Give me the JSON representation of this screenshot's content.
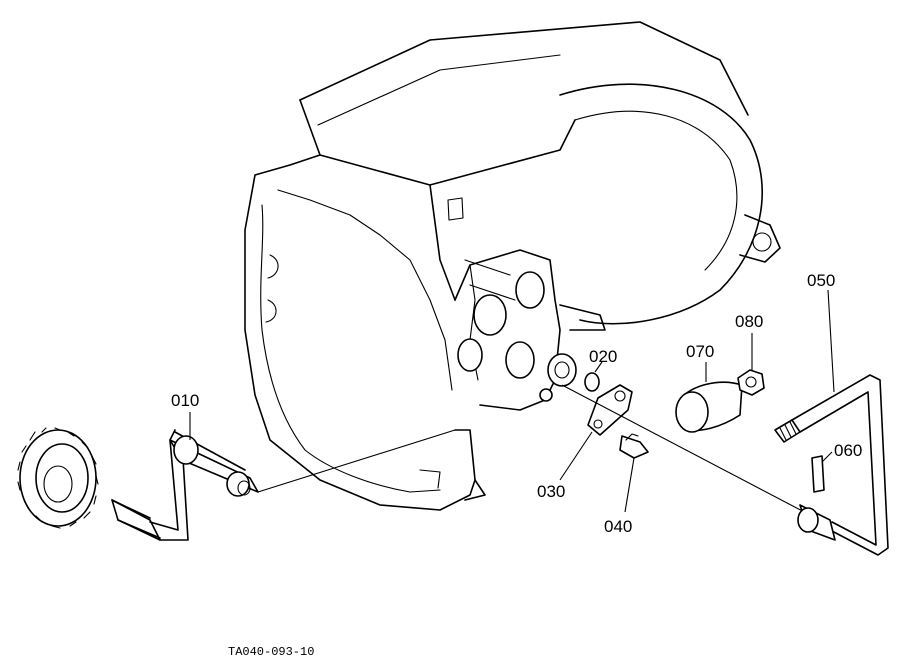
{
  "callouts": [
    {
      "id": "p010",
      "text": "010"
    },
    {
      "id": "p020",
      "text": "020"
    },
    {
      "id": "p030",
      "text": "030"
    },
    {
      "id": "p040",
      "text": "040"
    },
    {
      "id": "p050",
      "text": "050"
    },
    {
      "id": "p060",
      "text": "060"
    },
    {
      "id": "p070",
      "text": "070"
    },
    {
      "id": "p080",
      "text": "080"
    }
  ],
  "drawing_code": "TA040-093-10",
  "colors": {
    "ink": "#000000",
    "paper": "#ffffff"
  }
}
